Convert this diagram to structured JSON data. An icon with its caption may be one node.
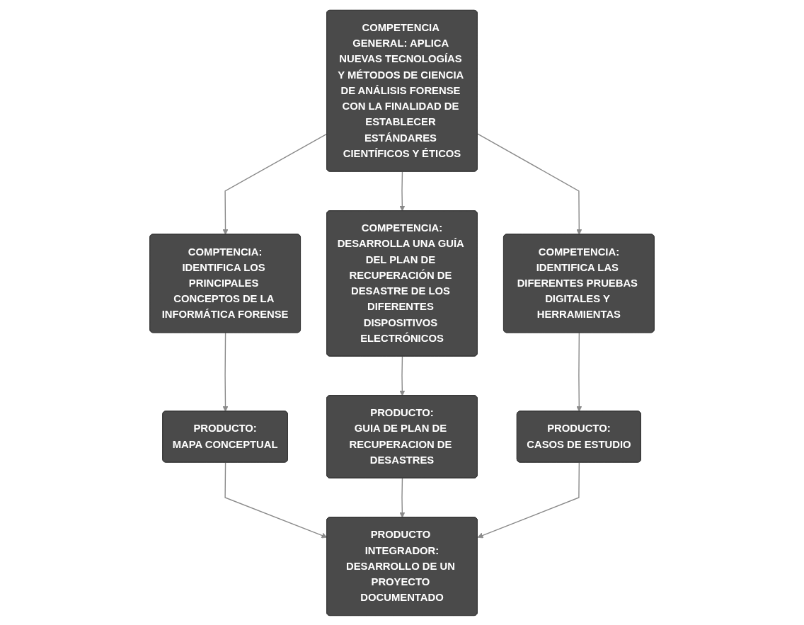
{
  "diagram": {
    "nodes": [
      {
        "text": [
          "COMPETENCIA GENERAL: APLICA NUEVAS TECNOLOGÍAS Y MÉTODOS DE CIENCIA DE ANÁLISIS FORENSE CON LA FINALIDAD DE ESTABLECER ESTÁNDARES CIENTÍFICOS Y ÉTICOS"
        ]
      },
      {
        "text": [
          "COMPTENCIA:",
          "IDENTIFICA LOS PRINCIPALES CONCEPTOS DE LA INFORMÁTICA FORENSE"
        ]
      },
      {
        "text": [
          "COMPETENCIA:",
          "DESARROLLA UNA GUÍA DEL PLAN DE RECUPERACIÓN DE DESASTRE DE LOS DIFERENTES DISPOSITIVOS ELECTRÓNICOS"
        ]
      },
      {
        "text": [
          "COMPETENCIA:",
          "IDENTIFICA LAS DIFERENTES PRUEBAS DIGITALES Y HERRAMIENTAS"
        ]
      },
      {
        "text": [
          "PRODUCTO:",
          "MAPA CONCEPTUAL"
        ]
      },
      {
        "text": [
          "PRODUCTO:",
          "GUIA DE PLAN DE RECUPERACION DE DESASTRES"
        ]
      },
      {
        "text": [
          "PRODUCTO:",
          "CASOS DE ESTUDIO"
        ]
      },
      {
        "text": [
          "PRODUCTO INTEGRADOR:",
          "DESARROLLO DE UN PROYECTO DOCUMENTADO"
        ]
      }
    ],
    "edges": [
      {
        "from": 0,
        "to": 1,
        "arrow": "to"
      },
      {
        "from": 0,
        "to": 2,
        "arrow": "to"
      },
      {
        "from": 0,
        "to": 3,
        "arrow": "to"
      },
      {
        "from": 1,
        "to": 4,
        "arrow": "to"
      },
      {
        "from": 2,
        "to": 5,
        "arrow": "to"
      },
      {
        "from": 3,
        "to": 6,
        "arrow": "to"
      },
      {
        "from": 4,
        "to": 7,
        "arrow": "to"
      },
      {
        "from": 5,
        "to": 7,
        "arrow": "to"
      },
      {
        "from": 6,
        "to": 7,
        "arrow": "to"
      }
    ]
  }
}
